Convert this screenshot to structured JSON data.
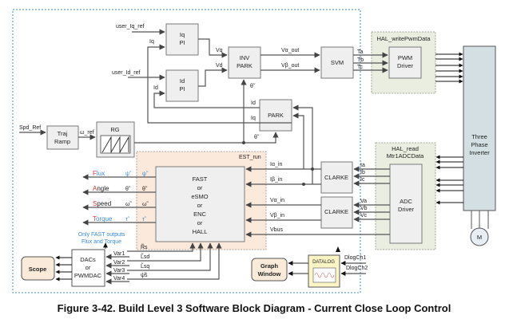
{
  "caption": "Figure 3-42. Build Level 3 Software Block Diagram - Current Close Loop Control",
  "colors": {
    "border_dotted": "#3a8ad8",
    "est_fill": "#fbe9dc",
    "hal_fill": "#e9eee0",
    "inverter_fill": "#d3dfe3",
    "datalog_fill": "#fbf5c6",
    "scope_fill": "#f9ead9",
    "blue_note": "#3a8ad8",
    "red_initial": "#e83030"
  },
  "inputs": {
    "user_iq_ref": "user_Iq_ref",
    "user_id_ref": "user_Id_ref",
    "spd_ref": "Spd_Ref",
    "omega_ref": "ω_ref"
  },
  "blocks": {
    "iq_pi": [
      "Iq",
      "PI"
    ],
    "id_pi": [
      "Id",
      "PI"
    ],
    "inv_park": [
      "INV",
      "PARK"
    ],
    "svm": "SVM",
    "park": "PARK",
    "traj_ramp": [
      "Traj",
      "Ramp"
    ],
    "rg": "RG",
    "est_run": "EST_run",
    "estimator": [
      "FAST",
      "or",
      "eSMO",
      "or",
      "ENC",
      "or",
      "HALL"
    ],
    "clarke_i": "CLARKE",
    "clarke_v": "CLARKE",
    "hal_write": "HAL_writePwmData",
    "pwm_driver": [
      "PWM",
      "Driver"
    ],
    "hal_read": [
      "HAL_read",
      "Mtr1ADCData"
    ],
    "adc_driver": [
      "ADC",
      "Driver"
    ],
    "inverter": [
      "Three",
      "Phase",
      "Inverter"
    ],
    "motor": "M",
    "dacs": [
      "DACs",
      "or",
      "PWMDAC"
    ],
    "scope": "Scope",
    "datalog": "DATALOG",
    "graph_window": [
      "Graph",
      "Window"
    ]
  },
  "signals": {
    "iq": "Iq",
    "id": "Id",
    "vq": "Vq",
    "vd": "Vd",
    "v_alpha_out": "Vα_out",
    "v_beta_out": "Vβ_out",
    "ta": "Ta",
    "tb": "Tb",
    "tc": "Tc",
    "theta": "θ̃",
    "i_alpha_in": "Iα_in",
    "i_beta_in": "Iβ_in",
    "v_alpha_in": "Vα_in",
    "v_beta_in": "Vβ_in",
    "vbus": "Vbus",
    "ia": "Ia",
    "ib": "Ib",
    "ic": "Ic",
    "va": "Va",
    "vb": "Vb",
    "vc": "Vc"
  },
  "outputs": [
    {
      "initial": "F",
      "rest": "lux",
      "symbol": "ψ̃"
    },
    {
      "initial": "A",
      "rest": "ngle",
      "symbol": "θ̃"
    },
    {
      "initial": "S",
      "rest": "peed",
      "symbol": "ω̃"
    },
    {
      "initial": "T",
      "rest": "orque",
      "symbol": "τ̃"
    }
  ],
  "note": [
    "Only FAST outputs",
    "Flux and Torque"
  ],
  "dac_vars": [
    "Var1",
    "Var2",
    "Var3",
    "Var4"
  ],
  "est_params": [
    "R̃s",
    "L̃sd",
    "L̃sq",
    "ψ̃s"
  ],
  "dlog_channels": [
    "DlogCh1",
    "DlogCh2"
  ]
}
